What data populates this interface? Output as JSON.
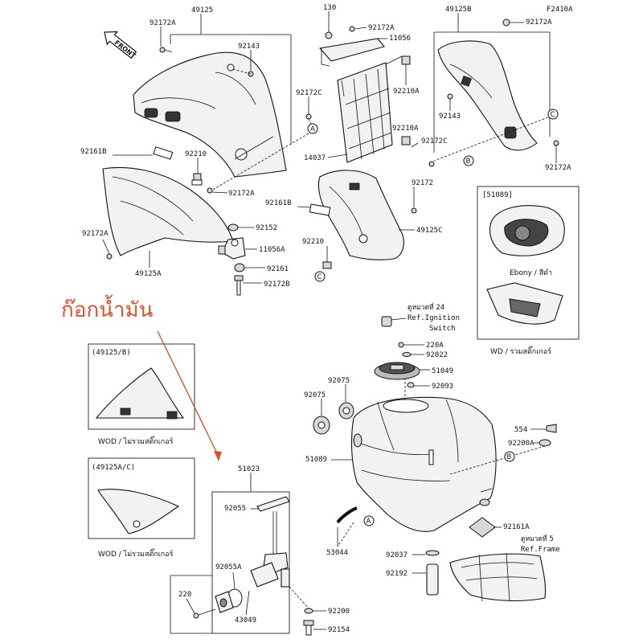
{
  "annotation": {
    "text": "ก๊อกน้ำมัน",
    "color": "#e0522e"
  },
  "front_badge": "FRONT",
  "callout_letters": {
    "A": "A",
    "B": "B",
    "C": "C"
  },
  "labels": {
    "p49125": "49125",
    "p92172A_1": "92172A",
    "p92143_1": "92143",
    "p92172C_1": "92172C",
    "p92161B_1": "92161B",
    "p92210_1": "92210",
    "p92172A_2": "92172A",
    "p92152": "92152",
    "p92172A_3": "92172A",
    "p11056A": "11056A",
    "p49125A": "49125A",
    "p92161_1": "92161",
    "p92172B": "92172B",
    "p130": "130",
    "p92172A_4": "92172A",
    "p11056": "11056",
    "p92210A_1": "92210A",
    "p92210A_2": "92210A",
    "p14037": "14037",
    "p92172C_2": "92172C",
    "p92172_1": "92172",
    "p92161B_2": "92161B",
    "p49125C": "49125C",
    "p92210_2": "92210",
    "p49125B": "49125B",
    "pF2410A": "F2410A",
    "p92172A_5": "92172A",
    "p92143_2": "92143",
    "p92172A_6": "92172A",
    "p51023": "51023",
    "p92055": "92055",
    "p92055A": "92055A",
    "p220_1": "220",
    "p43049": "43049",
    "p92200_1": "92200",
    "p92154": "92154",
    "p220A": "220A",
    "p92022": "92022",
    "p51049": "51049",
    "p92093": "92093",
    "p92075_1": "92075",
    "p92075_2": "92075",
    "p51089": "51089",
    "p554": "554",
    "p92200A": "92200A",
    "p53044": "53044",
    "p92161A": "92161A",
    "p92037": "92037",
    "p92192": "92192"
  },
  "ref_ignition": {
    "line1": "ดูหมวดที่ 24",
    "line2": "Ref.Ignition",
    "line3": "Switch"
  },
  "ref_frame": {
    "line1": "ดูหมวดที่ 5",
    "line2": "Ref.Frame"
  },
  "inset_51089": {
    "title": "[51089]",
    "ebony": "Ebony / สีดำ",
    "caption": "WD / รวมสติ๊กเกอร์"
  },
  "inset_49125B": {
    "title": "(49125/B)",
    "caption": "WOD / ไม่รวมสติ๊กเกอร์"
  },
  "inset_49125AC": {
    "title": "(49125A/C)",
    "caption": "WOD / ไม่รวมสติ๊กเกอร์"
  }
}
